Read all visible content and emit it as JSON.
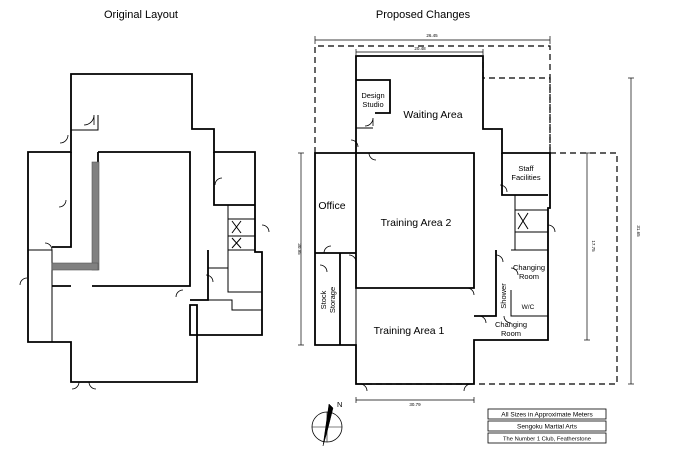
{
  "headings": {
    "original": "Original Layout",
    "proposed": "Proposed Changes"
  },
  "rooms": {
    "design_studio_1": "Design",
    "design_studio_2": "Studio",
    "waiting_area": "Waiting Area",
    "staff_facilities_1": "Staff",
    "staff_facilities_2": "Facilities",
    "office": "Office",
    "training_area_2": "Training Area 2",
    "training_area_1": "Training Area 1",
    "changing_room_upper_1": "Changing",
    "changing_room_upper_2": "Room",
    "shower": "Shower",
    "wc": "W/C",
    "changing_room_lower_1": "Changing",
    "changing_room_lower_2": "Room",
    "stock_storage_1": "Stock",
    "stock_storage_2": "Storage"
  },
  "dimensions": {
    "top_outer": "26.45",
    "top_inner": "20.48",
    "bottom": "30.79",
    "right_outer": "31.65",
    "right_inner": "17.75",
    "left": "30.95"
  },
  "compass": {
    "label": "N"
  },
  "legend": {
    "line1": "All Sizes in Approximate Meters",
    "line2": "Sengoku Martial Arts",
    "line3": "The Number 1 Club, Featherstone"
  }
}
